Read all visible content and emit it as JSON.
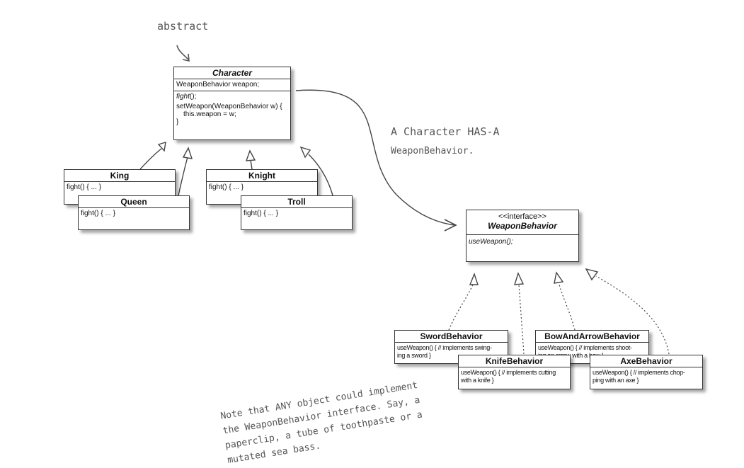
{
  "annotations": {
    "abstract": "abstract",
    "has_a_line1": "A Character HAS-A",
    "has_a_line2": "WeaponBehavior.",
    "note_line1": "Note that ANY object could implement",
    "note_line2": "the WeaponBehavior interface. Say, a",
    "note_line3": "paperclip, a tube of toothpaste or a",
    "note_line4": "mutated sea bass."
  },
  "character": {
    "name": "Character",
    "field": "WeaponBehavior weapon;",
    "method_fight": "fight",
    "method_fight_tail": "();",
    "method_set": "setWeapon(WeaponBehavior w) {",
    "method_set_body": "this.weapon = w;",
    "method_set_close": "}"
  },
  "characters": [
    {
      "name": "King",
      "method": "fight() { ... }"
    },
    {
      "name": "Queen",
      "method": "fight() { ... }"
    },
    {
      "name": "Knight",
      "method": "fight() { ... }"
    },
    {
      "name": "Troll",
      "method": "fight() { ... }"
    }
  ],
  "interface": {
    "stereotype": "<<interface>>",
    "name": "WeaponBehavior",
    "method": "useWeapon();"
  },
  "behaviors": [
    {
      "name": "SwordBehavior",
      "line1": "useWeapon() { // implements swing-",
      "line2": "ing a sword }"
    },
    {
      "name": "BowAndArrowBehavior",
      "line1": "useWeapon() { // implements shoot-",
      "line2": "ing an arrow with a bow }"
    },
    {
      "name": "KnifeBehavior",
      "line1": "useWeapon() { // implements cutting",
      "line2": "with a knife }"
    },
    {
      "name": "AxeBehavior",
      "line1": "useWeapon() { // implements chop-",
      "line2": "ping with an axe }"
    }
  ]
}
